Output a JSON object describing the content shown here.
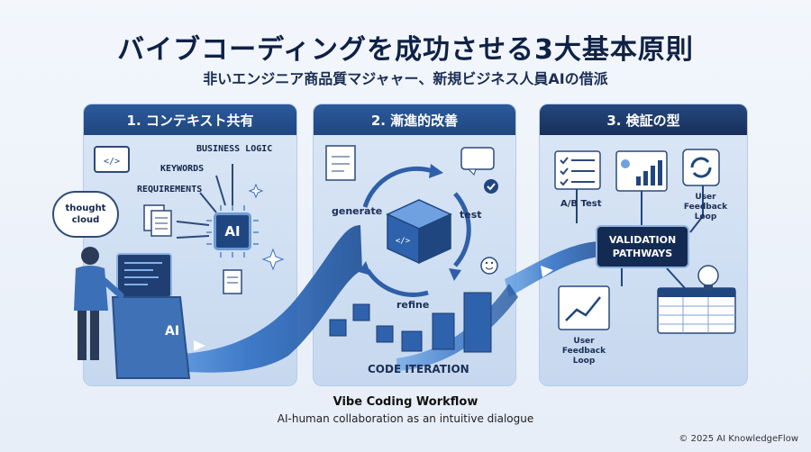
{
  "header": {
    "title": "バイブコーディングを成功させる3大基本原則",
    "subtitle": "非いエンジニア商品質マジャャー、新規ビジネス人員AIの借派"
  },
  "panels": [
    {
      "heading": "1. コンテキスト共有",
      "labels": {
        "business_logic": "BUSINESS LOGIC",
        "keywords": "KEYWORDS",
        "requirements": "REQUIREMENTS",
        "thought_cloud": "thought cloud",
        "chip": "AI",
        "kiosk": "AI"
      }
    },
    {
      "heading": "2. 漸進的改善",
      "labels": {
        "generate": "generate",
        "test": "test",
        "refine": "refine",
        "iteration": "CODE ITERATION"
      }
    },
    {
      "heading": "3. 検証の型",
      "labels": {
        "ab_test": "A/B Test",
        "user_feedback_loop_top": "User Feedback Loop",
        "validation": "VALIDATION PATHWAYS",
        "user_feedback_loop_bottom": "User Feedback Loop"
      }
    }
  ],
  "footer": {
    "workflow_title": "Vibe Coding Workflow",
    "workflow_subtitle": "AI-human collaboration as an intuitive dialogue",
    "copyright": "© 2025 AI KnowledgeFlow"
  },
  "colors": {
    "accent": "#1f467f",
    "panel_bg": "#c6d8ef",
    "stream": "#3a78c9"
  }
}
